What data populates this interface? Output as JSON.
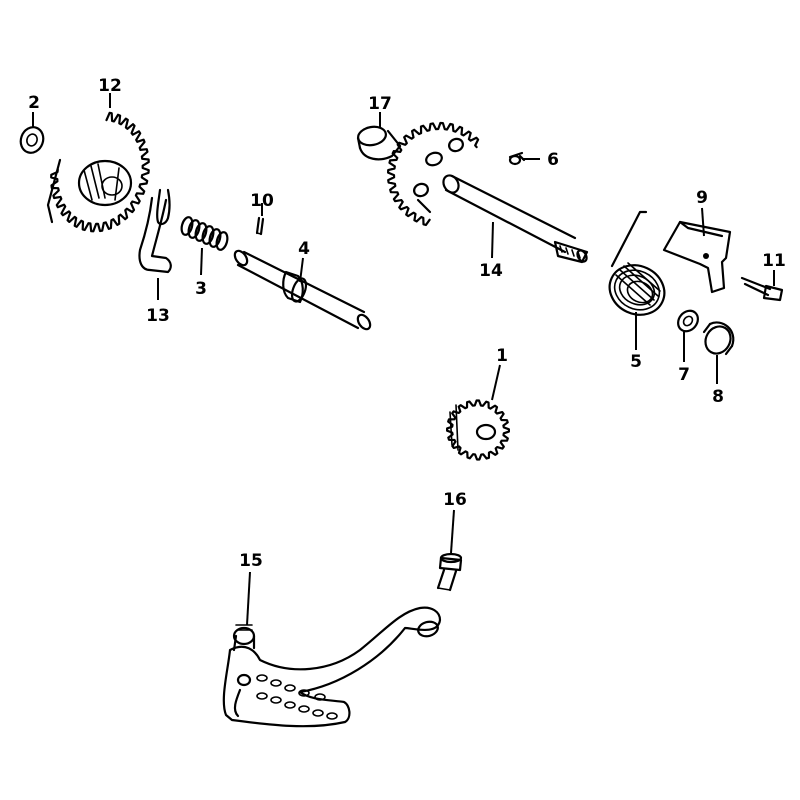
{
  "parts": [
    {
      "key": "p1",
      "label": "1"
    },
    {
      "key": "p2",
      "label": "2"
    },
    {
      "key": "p3",
      "label": "3"
    },
    {
      "key": "p4",
      "label": "4"
    },
    {
      "key": "p5",
      "label": "5"
    },
    {
      "key": "p6",
      "label": "6"
    },
    {
      "key": "p7",
      "label": "7"
    },
    {
      "key": "p8",
      "label": "8"
    },
    {
      "key": "p9",
      "label": "9"
    },
    {
      "key": "p10",
      "label": "10"
    },
    {
      "key": "p11",
      "label": "11"
    },
    {
      "key": "p12",
      "label": "12"
    },
    {
      "key": "p13",
      "label": "13"
    },
    {
      "key": "p14",
      "label": "14"
    },
    {
      "key": "p15",
      "label": "15"
    },
    {
      "key": "p16",
      "label": "16"
    },
    {
      "key": "p17",
      "label": "17"
    }
  ],
  "colors": {
    "line": "#000000",
    "background": "#ffffff"
  }
}
